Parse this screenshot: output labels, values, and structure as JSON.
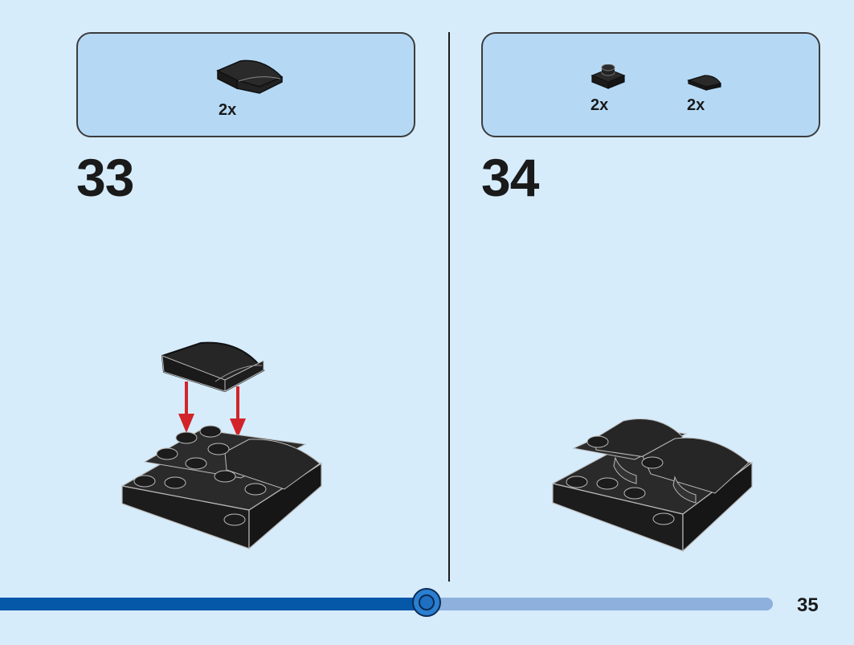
{
  "steps": [
    {
      "number": "33",
      "parts": [
        {
          "qty": "2x",
          "icon": "curved-slope-brick-icon"
        }
      ]
    },
    {
      "number": "34",
      "parts": [
        {
          "qty": "2x",
          "icon": "round-plate-1x1-icon"
        },
        {
          "qty": "2x",
          "icon": "quarter-round-tile-icon"
        }
      ]
    }
  ],
  "progress": {
    "fraction": 0.5
  },
  "page_number": "35",
  "colors": {
    "background": "#d6ecfb",
    "parts_box": "#b5d9f5",
    "brick": "#1c1c1c",
    "arrow": "#d2232a",
    "progress_fill": "#0558a8",
    "progress_track": "#8eb0dc"
  }
}
